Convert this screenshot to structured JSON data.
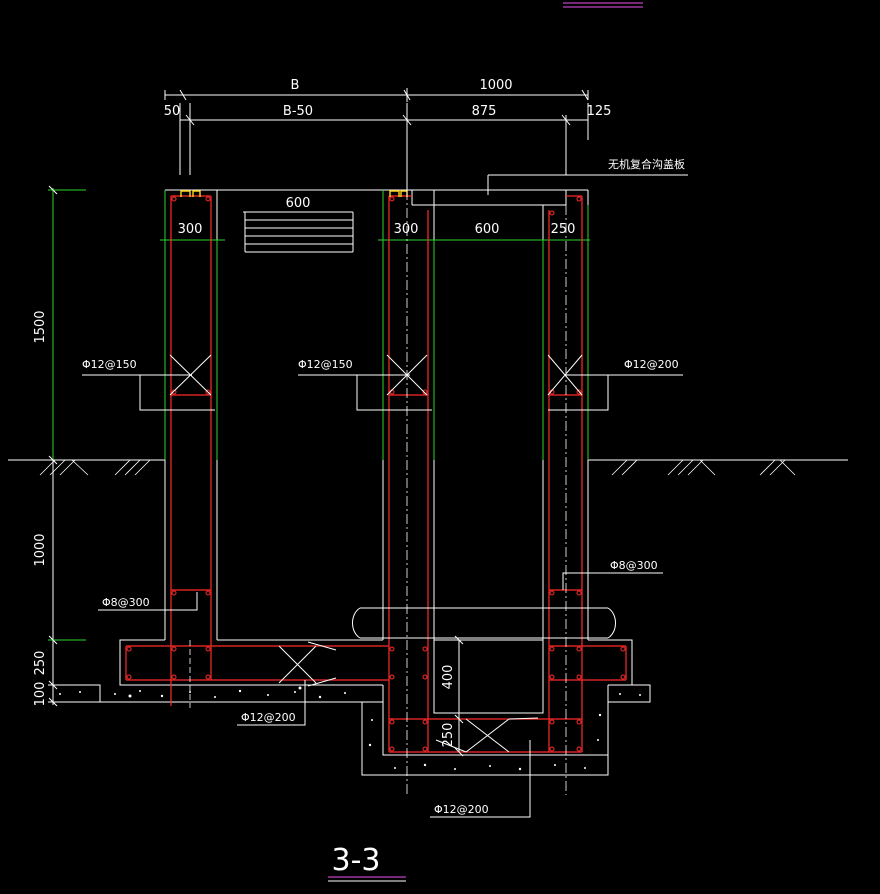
{
  "drawing": {
    "title": "3-3",
    "dims_top_row1": {
      "left": "B",
      "right": "1000"
    },
    "dims_top_row2": {
      "left_small": "50",
      "left": "B-50",
      "right": "875",
      "right_small": "125"
    },
    "cover_label": "无机复合沟盖板",
    "opening_width_top": "600",
    "wall_dims": {
      "left": "300",
      "middle": "300",
      "opening": "600",
      "right": "250"
    },
    "vertical_dims": {
      "upper": "1500",
      "middle": "1000",
      "slab": "250",
      "cushion": "100"
    },
    "inner_dims": {
      "pit_height": "400",
      "pit_slab": "250"
    },
    "rebar_labels": {
      "left_wall": "Φ12@150",
      "mid_wall": "Φ12@150",
      "right_wall": "Φ12@200",
      "left_stirrup": "Φ8@300",
      "right_stirrup": "Φ8@300",
      "base_slab": "Φ12@200",
      "pit_slab": "Φ12@200"
    },
    "colors": {
      "background": "#000000",
      "line": "#ffffff",
      "rebar": "#ff2a2a",
      "dimension_guide": "#2bd62b",
      "anchor": "#ffd21a",
      "title_underline": "#c040c0"
    }
  }
}
